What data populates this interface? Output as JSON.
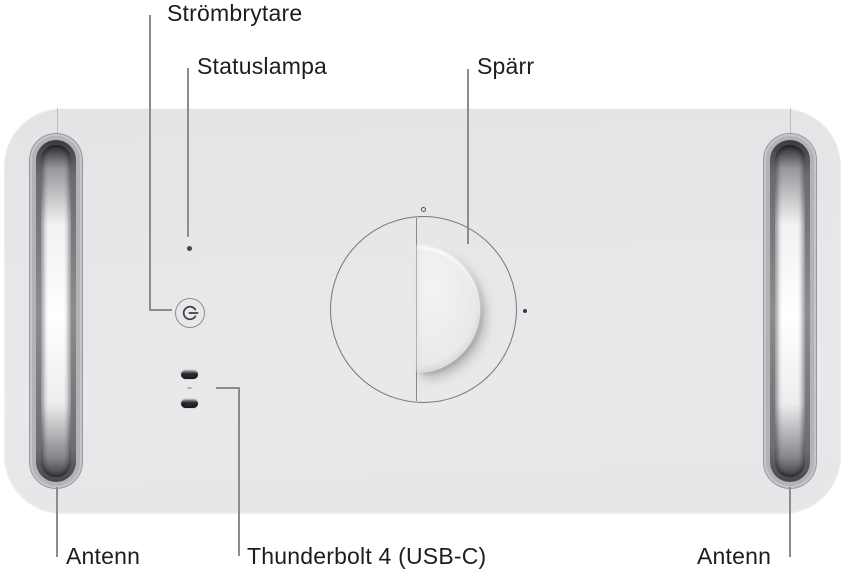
{
  "callouts": {
    "power_button": {
      "label": "Strömbrytare"
    },
    "status_light": {
      "label": "Statuslampa"
    },
    "latch": {
      "label": "Spärr"
    },
    "antenna_left": {
      "label": "Antenn"
    },
    "thunderbolt_ports": {
      "label": "Thunderbolt 4 (USB-C)"
    },
    "antenna_right": {
      "label": "Antenn"
    }
  },
  "icons": {
    "power_button_glyph": "power-icon",
    "thunderbolt_mini_glyph": "thunderbolt-icon"
  },
  "colors": {
    "background": "#ffffff",
    "device_body": "#e7e7e9",
    "callout_line": "#8c8c8c",
    "label_text": "#1d1d1f",
    "port_dark": "#26262a",
    "antenna_ring": "#b3b3b7"
  }
}
